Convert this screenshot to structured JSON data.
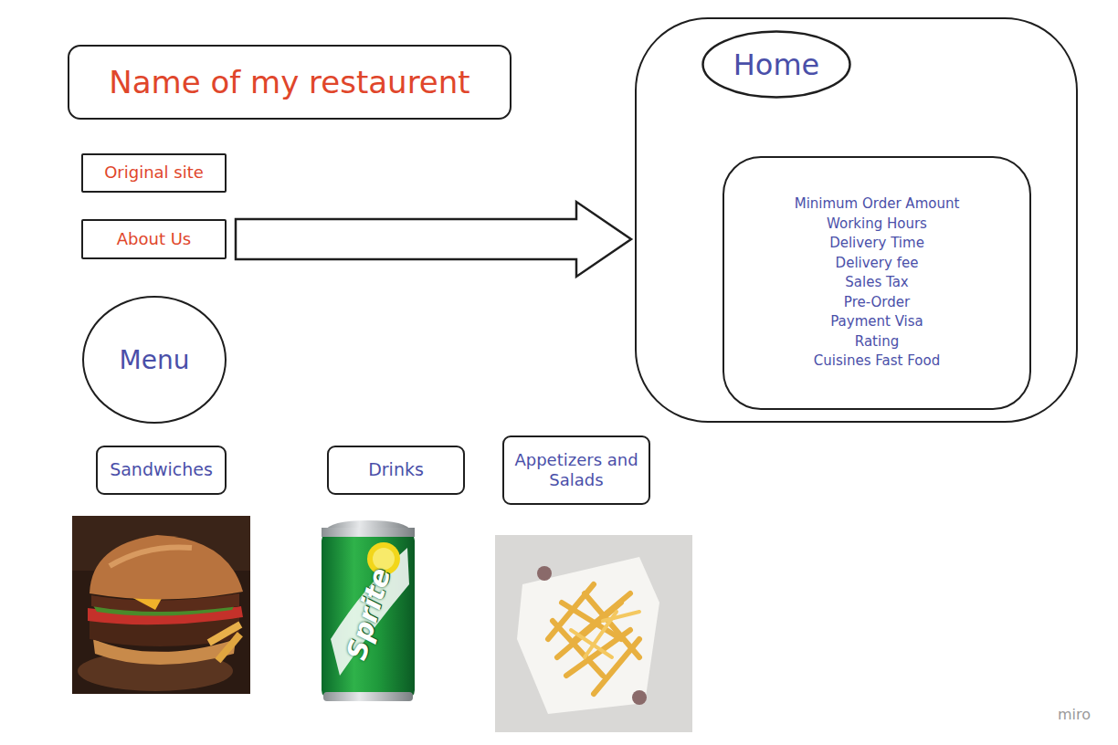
{
  "diagram": {
    "nodes": [
      {
        "text": [
          "Name of my restaurent"
        ]
      },
      {
        "text": [
          "Original site"
        ]
      },
      {
        "text": [
          "About Us"
        ]
      },
      {
        "text": [
          "Home"
        ]
      },
      {
        "text": [
          "Minimum Order Amount",
          "Working Hours",
          "Delivery Time",
          "Delivery fee",
          "Sales Tax",
          "Pre-Order",
          "Payment Visa",
          "Rating",
          "Cuisines Fast Food"
        ],
        "in": 3
      },
      {
        "text": [
          "Menu"
        ]
      },
      {
        "text": [
          "Sandwiches"
        ]
      },
      {
        "text": [
          "Drinks"
        ]
      },
      {
        "text": [
          "Appetizers and Salads"
        ]
      }
    ],
    "edges": [
      {
        "from": 2,
        "to": 3,
        "arrow": "to"
      }
    ],
    "labels": [
      "Sprite",
      "miro"
    ]
  }
}
